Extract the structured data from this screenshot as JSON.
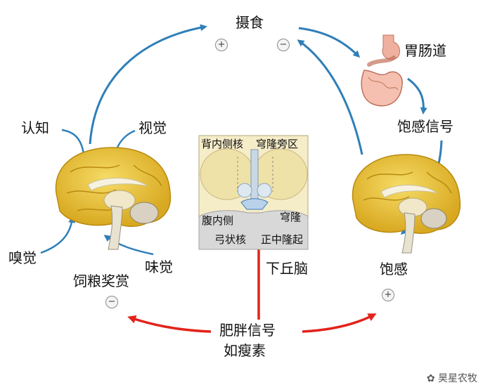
{
  "labels": {
    "feeding": "摄食",
    "gut": "胃肠道",
    "satiety_signal": "饱感信号",
    "satiety": "饱感",
    "cognition": "认知",
    "vision": "视觉",
    "smell": "嗅觉",
    "taste": "味觉",
    "food_reward": "饲粮奖赏",
    "hypothalamus": "下丘脑",
    "obesity_signal_line1": "肥胖信号",
    "obesity_signal_line2": "如瘦素"
  },
  "signs": {
    "feeding_plus": "+",
    "feeding_minus": "−",
    "reward_minus": "−",
    "satiety_plus": "+"
  },
  "inset": {
    "top_left": "背内侧核",
    "top_right": "穹隆旁区",
    "ventromedial": "腹内侧",
    "fornix": "穹隆",
    "arcuate": "弓状核",
    "median_eminence": "正中隆起"
  },
  "watermark": "昊星农牧",
  "colors": {
    "blue_arrow": "#2f7fb8",
    "red_arrow": "#e2231a",
    "brain": "#e8c33a"
  }
}
